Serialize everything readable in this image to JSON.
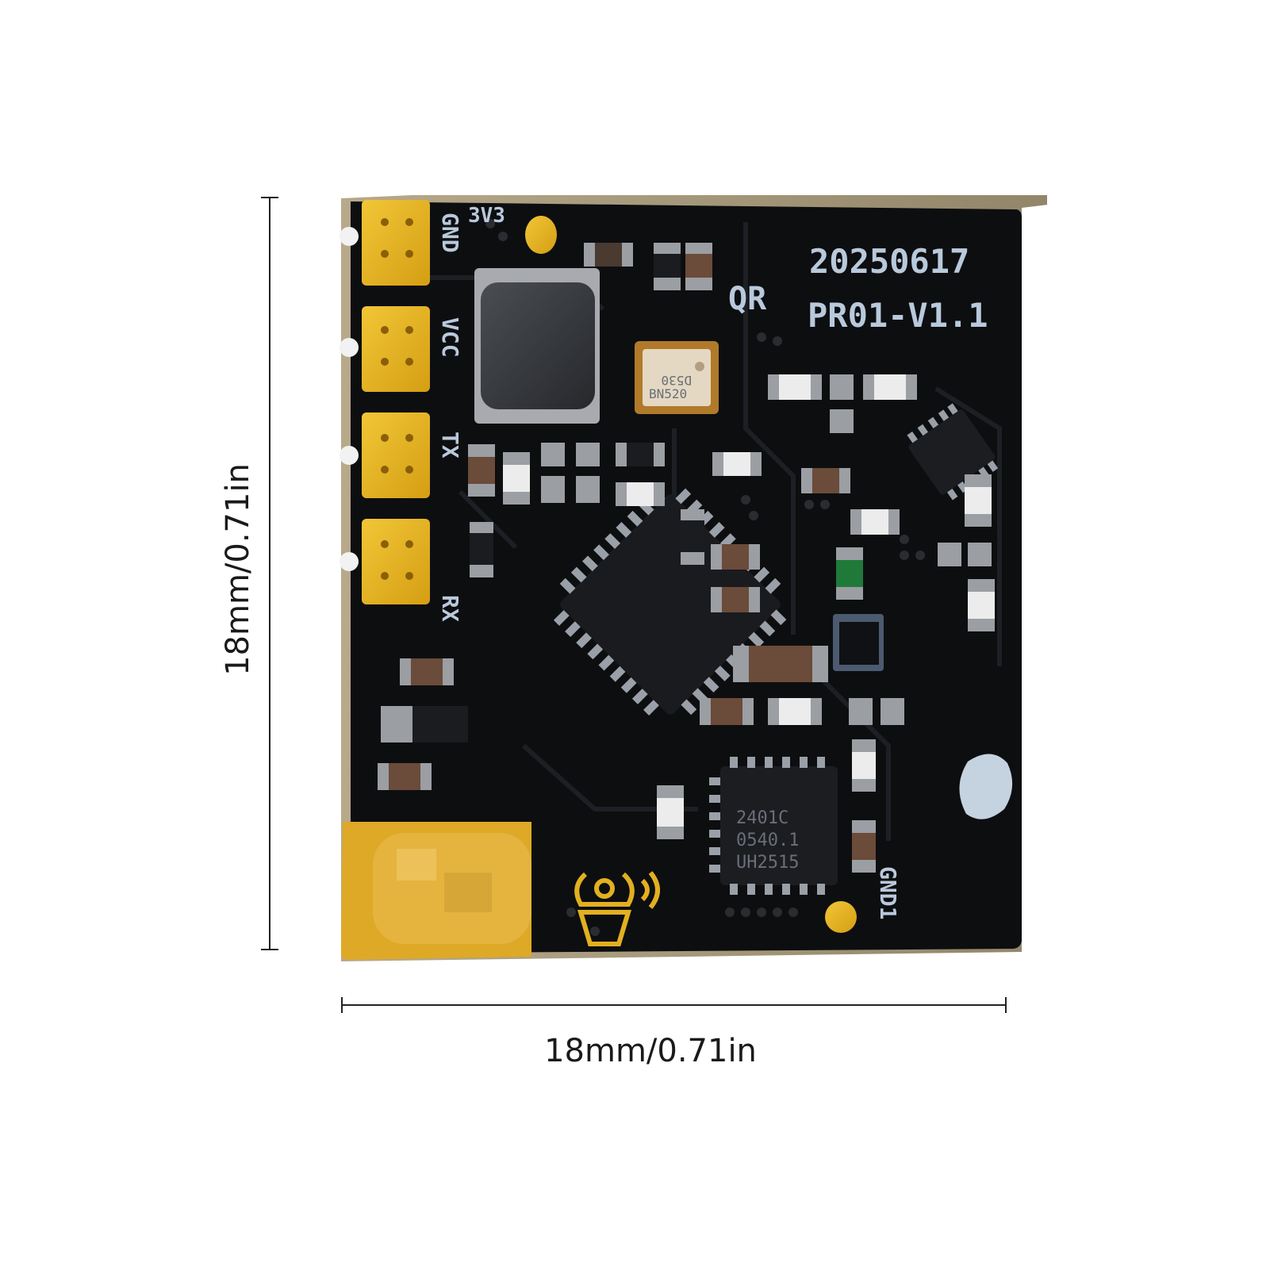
{
  "dimensions": {
    "height_label": "18mm/0.71in",
    "width_label": "18mm/0.71in"
  },
  "board": {
    "date_code": "20250617",
    "model": "PR01-V1.1",
    "qr_mark": "QR",
    "pin_labels": [
      "GND",
      "VCC",
      "TX",
      "RX"
    ],
    "label_3v3": "3V3",
    "gnd1_label": "GND1",
    "crystal_top": "D530",
    "crystal_bottom": "BN520",
    "rf_chip_lines": [
      "2401C",
      "0540.1",
      "UH2515"
    ]
  },
  "colors": {
    "pcb": "#0d0e10",
    "gold_pad": "#e2b020",
    "silkscreen": "#b9c9dc",
    "ink": "#1a1a1a"
  }
}
